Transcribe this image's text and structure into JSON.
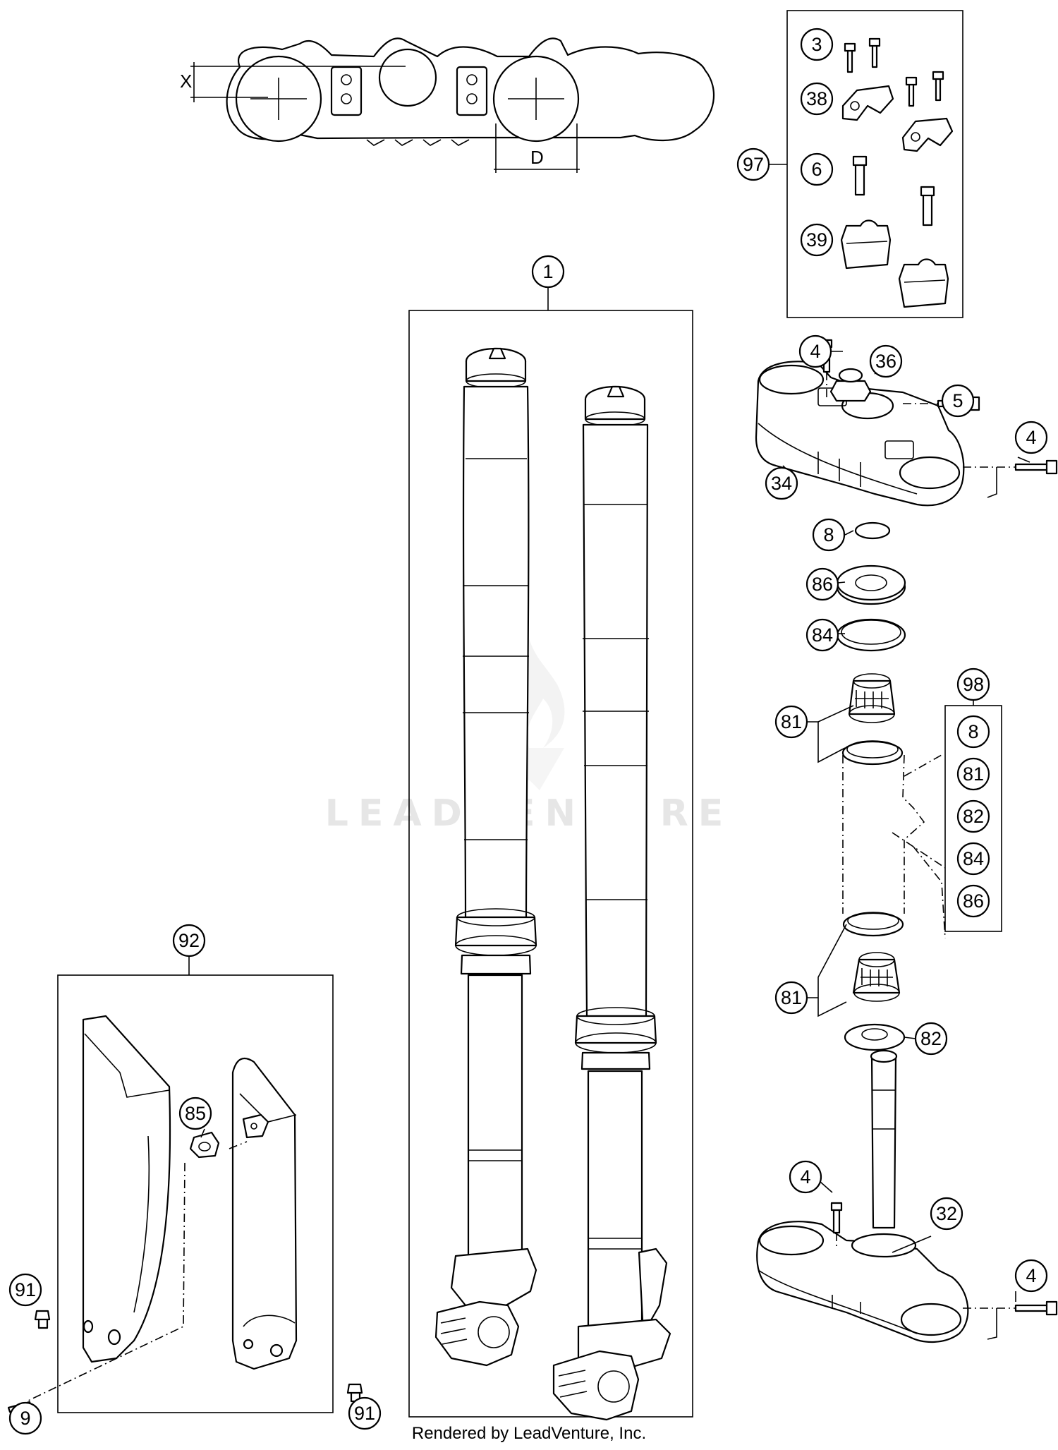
{
  "diagram": {
    "credit": "Rendered by LeadVenture, Inc.",
    "watermark": "LEADVENTURE",
    "dimension_labels": {
      "x": "X",
      "d": "D"
    },
    "callouts": {
      "c1": "1",
      "c3": "3",
      "c38": "38",
      "c97": "97",
      "c6": "6",
      "c39": "39",
      "c4a": "4",
      "c36": "36",
      "c5": "5",
      "c4b": "4",
      "c34": "34",
      "c8": "8",
      "c86": "86",
      "c84": "84",
      "c98": "98",
      "c98_8": "8",
      "c98_81": "81",
      "c98_82": "82",
      "c98_84": "84",
      "c98_86": "86",
      "c81a": "81",
      "c81b": "81",
      "c82": "82",
      "c4c": "4",
      "c32": "32",
      "c4d": "4",
      "c92": "92",
      "c85": "85",
      "c91a": "91",
      "c91b": "91",
      "c9": "9"
    }
  }
}
